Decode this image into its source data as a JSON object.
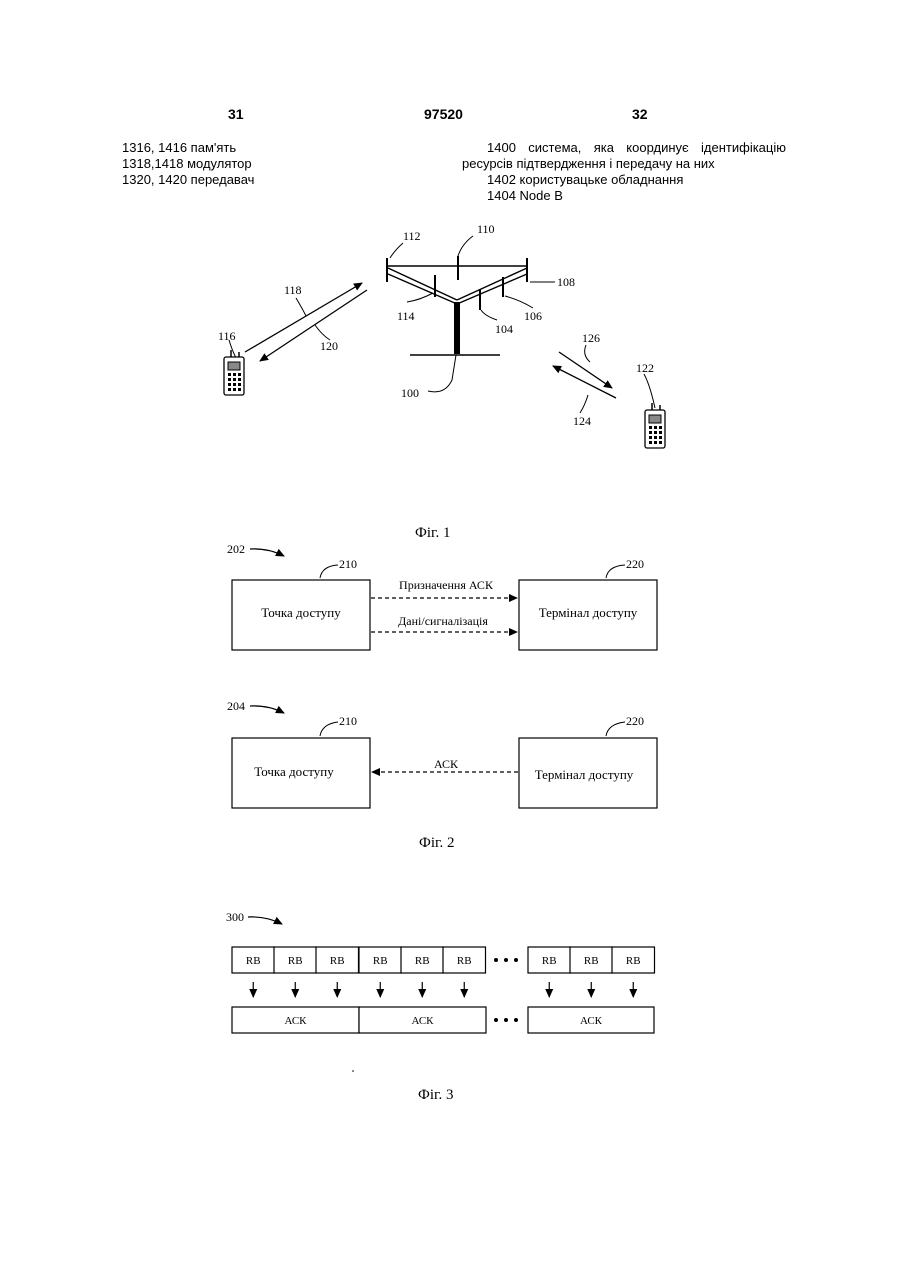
{
  "header": {
    "left_page": "31",
    "patent_number": "97520",
    "right_page": "32"
  },
  "legend_left": [
    "1316, 1416 пам'ять",
    "1318,1418 модулятор",
    "1320, 1420 передавач"
  ],
  "legend_right": {
    "first_line": "1400 система, яка координує ідентифікацію",
    "first_cont": "ресурсів підтвердження і передачу на них",
    "line2": "1402 користувацьке обладнання",
    "line3": "1404 Node B"
  },
  "fig1": {
    "caption": "Фіг. 1",
    "labels": {
      "l112": "112",
      "l110": "110",
      "l108": "108",
      "l114": "114",
      "l104": "104",
      "l106": "106",
      "l118": "118",
      "l120": "120",
      "l116": "116",
      "l100": "100",
      "l126": "126",
      "l122": "122",
      "l124": "124"
    }
  },
  "fig2": {
    "caption": "Фіг. 2",
    "top": {
      "ref": "202",
      "ap_ref": "210",
      "at_ref": "220",
      "ap_label": "Точка доступу",
      "at_label": "Термінал доступу",
      "arrow1": "Призначення АСК",
      "arrow2": "Дані/сигналізація"
    },
    "bottom": {
      "ref": "204",
      "ap_ref": "210",
      "at_ref": "220",
      "ap_label": "Точка доступу",
      "at_label": "Термінал доступу",
      "arrow": "АСК"
    }
  },
  "fig3": {
    "caption": "Фіг. 3",
    "ref": "300",
    "rb": [
      "RB",
      "RB",
      "RB",
      "RB",
      "RB",
      "RB",
      "RB",
      "RB",
      "RB"
    ],
    "ack": [
      "АСК",
      "АСК",
      "АСК"
    ]
  }
}
